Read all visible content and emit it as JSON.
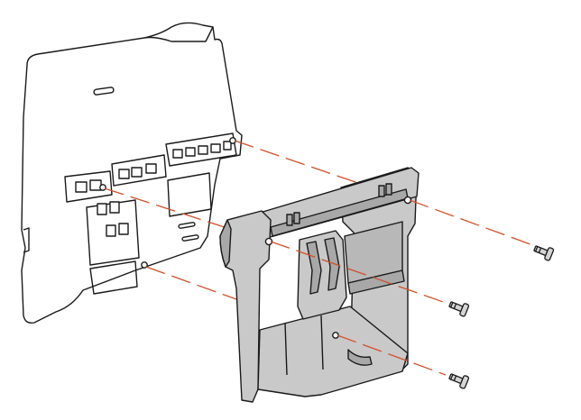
{
  "colors": {
    "outline": "#1a1a1a",
    "phone_body": "#ffffff",
    "bracket_fill": "#c9c9c9",
    "bracket_shadow": "#a8a8a8",
    "guide_line": "#d2502a"
  },
  "parts": {
    "phone_base": "phone-base",
    "wall_bracket": "wall-mount-bracket",
    "screws": [
      "screw",
      "screw",
      "screw"
    ]
  }
}
